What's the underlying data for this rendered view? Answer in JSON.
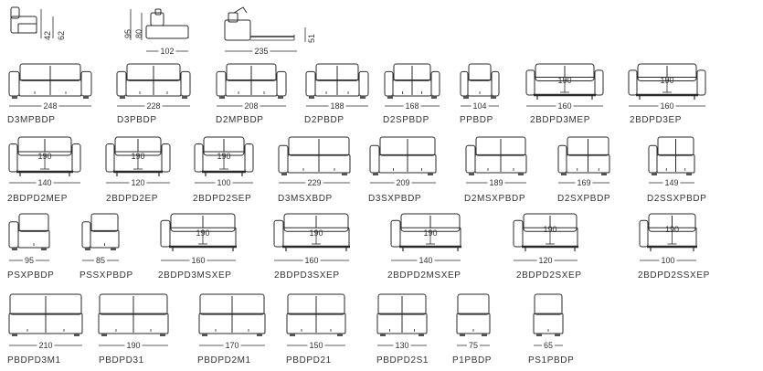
{
  "dimension_key": {
    "side_heights": [
      "42",
      "62"
    ],
    "profile_heights": [
      "95",
      "80"
    ],
    "profile_depth": "102",
    "open_depth": "235",
    "open_height": "51"
  },
  "rows": [
    {
      "name": "row1",
      "items": [
        {
          "code": "D3MPBDP",
          "width": "248"
        },
        {
          "code": "D3PBDP",
          "width": "228"
        },
        {
          "code": "D2MPBDP",
          "width": "208"
        },
        {
          "code": "D2PBDP",
          "width": "188"
        },
        {
          "code": "D2SPBDP",
          "width": "168"
        },
        {
          "code": "PPBDP",
          "width": "104"
        },
        {
          "code": "2BDPD3MEP",
          "width": "160",
          "bed": "190"
        },
        {
          "code": "2BDPD3EP",
          "width": "160",
          "bed": "190"
        }
      ]
    },
    {
      "name": "row2",
      "items": [
        {
          "code": "2BDPD2MEP",
          "width": "140",
          "bed": "190"
        },
        {
          "code": "2BDPD2EP",
          "width": "120",
          "bed": "190"
        },
        {
          "code": "2BDPD2SEP",
          "width": "100",
          "bed": "190"
        },
        {
          "code": "D3MSXBDP",
          "width": "229"
        },
        {
          "code": "D3SXPBDP",
          "width": "209"
        },
        {
          "code": "D2MSXPBDP",
          "width": "189"
        },
        {
          "code": "D2SXPBDP",
          "width": "169"
        },
        {
          "code": "D2SSXPBDP",
          "width": "149"
        }
      ]
    },
    {
      "name": "row3",
      "items": [
        {
          "code": "PSXPBDP",
          "width": "95"
        },
        {
          "code": "PSSXPBDP",
          "width": "85"
        },
        {
          "code": "2BDPD3MSXEP",
          "width": "160",
          "bed": "190"
        },
        {
          "code": "2BDPD3SXEP",
          "width": "160",
          "bed": "190"
        },
        {
          "code": "2BDPD2MSXEP",
          "width": "140",
          "bed": "190"
        },
        {
          "code": "2BDPD2SXEP",
          "width": "120",
          "bed": "190"
        },
        {
          "code": "2BDPD2SSXEP",
          "width": "100",
          "bed": "190"
        }
      ]
    },
    {
      "name": "row4",
      "items": [
        {
          "code": "PBDPD3M1",
          "width": "210"
        },
        {
          "code": "PBDPD31",
          "width": "190"
        },
        {
          "code": "PBDPD2M1",
          "width": "170"
        },
        {
          "code": "PBDPD21",
          "width": "150"
        },
        {
          "code": "PBDPD2S1",
          "width": "130"
        },
        {
          "code": "P1PBDP",
          "width": "75"
        },
        {
          "code": "PS1PBDP",
          "width": "65"
        }
      ]
    }
  ]
}
